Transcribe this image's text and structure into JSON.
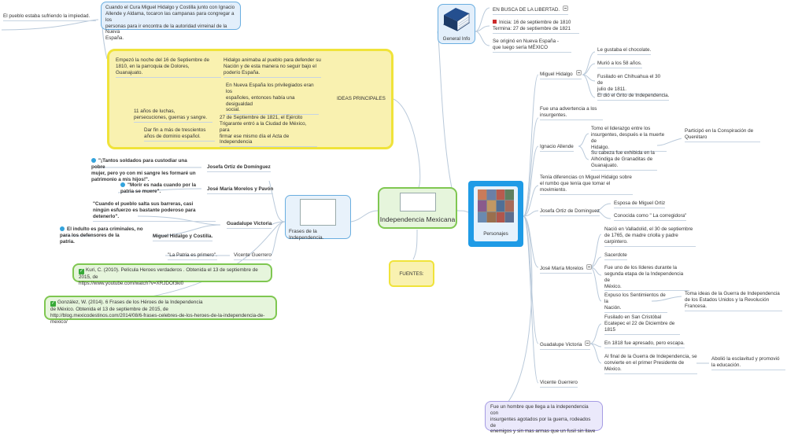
{
  "central": {
    "title": "Independencia Mexicana"
  },
  "general_info": {
    "label": "General Info",
    "items": [
      "EN BUSCA DE LA LIBERTAD.",
      "Inicia: 16 de septiembre de 1810\nTermina: 27 de septiembre de 1821",
      "Se originó en Nueva España -\nque luego sería MÉXICO"
    ]
  },
  "ideas": {
    "label": "IDEAS PRINCIPALES",
    "items": [
      "Empezó la noche del 16 de Septiembre de\n1810, en la parroquia de Dolores,\nGuanajuato.",
      "Hidalgo animaba al pueblo para defender su\nNación y de esta manera no seguir bajo el\npoderío España.",
      "En Nueva España los privilegiados eran los\nespañoles, entonces había una desigualdad\nsocial.",
      "11 años de luchas,\npersecuciones, guerras y sangre.",
      "Dar fin a más de trescientos\naños de dominio español.",
      "27 de Septiembre de 1821, el Ejército\nTrigarante entró a la Ciudad de México, para\nfirmar ese mismo día el Acta de Independencia"
    ]
  },
  "top_note": "Cuando el Cura Miguel Hidalgo y Costilla junto con Ignacio\nAllende y Aldama, tocaron las campanas para congregar a los\npersonas para ir encontra de la autoridad virreinal de la Nueva\nEspaña.",
  "top_left_note": "El pueblo estaba sufriendo la impiedad.",
  "phrases": {
    "label": "Frases de la Independencia.",
    "items": [
      {
        "author": "Josefa Ortiz de Domínguez",
        "quote": "\"¡Tantos soldados para custodiar una pobre\nmujer, pero yo con mi sangre les formaré un\npatrimonio a mis hijos!\"."
      },
      {
        "author": "José María Morelos  y Pavón",
        "quote": "\"Morir es nada cuando por la\npatria se muere\"."
      },
      {
        "author": "Guadalupe Victoria",
        "quote": "\"Cuando el pueblo  salta sus barreras, casi\nningún esfuerzo es bastante poderoso para\ndetenerlo\"."
      },
      {
        "author": "Miguel Hidalgo  y Costilla.",
        "quote": "El indulto es para criminales, no\npara los defensores de la\npatria."
      },
      {
        "author": "Vicente Guerrero",
        "quote": "\"La Patria es primero\"."
      }
    ],
    "source": "Kuri, C. (2010). Película Heroes verdaderos . Obtenida el 13 de septiembre de 2015, de\nhttps://www.youtube.com/watch?v=XRJDOf3ki0"
  },
  "source_two": "González, W. (2014). 6 Frases de los Héroes de la Independencia\nde México. Obtenida el 13 de septiembre de 2015, de\nhttp://blog.mexicodestinos.com/2014/08/6-frases-celebres-de-los-heroes-de-la-independencia-de-mexico/",
  "fuentes": {
    "label": "FUENTES:"
  },
  "personajes": {
    "label": "Personajes",
    "hidalgo": {
      "name": "Miguel Hidalgo",
      "facts": [
        "Le gustaba el chocolate.",
        "Murió a los 58 años.",
        "Fusilado en Chihuahua el 30 de\njulio de 1811.",
        "El dió el Grito de Independencia."
      ]
    },
    "advertencia": "Fue una advertencia a los\ninsurgentes.",
    "allende": {
      "name": "Ignacio Allende",
      "facts": [
        "Tomo el liderazgo entre los\ninsurgentes, después e la muerte de\nHidalgo.",
        "Su cabeza fue exhibida en la\nAlhóndiga de Granaditas de\nGuanajuato."
      ],
      "sub": "Participó en la Conspiración de\nQuerétaro"
    },
    "tenia": "Tenía diferencias cn Miguel Hidalgo sobre\nel rumbo que tenía que tomar el\nmovimiento.",
    "josefa": {
      "name": "Josefa Ortiz de Dominguez",
      "facts": [
        "Esposa de Miguel Ortiz",
        "Conocida como \" La corregidora\""
      ]
    },
    "morelos": {
      "name": "José María Morelos",
      "facts": [
        "Nació en Valladolid, el 30 de septiembre\nde 1765, de madre criolla y padre\ncarpintero.",
        "Sacerdote",
        "Fue uno de los líderes durante la\nsegunda etapa de la Independencia de\nMéxico.",
        "Expuso los Sentimientos de la\nNación."
      ],
      "sub": "Toma ideas de la Guerra de Independencia\nde los Estados Unidos y la Revolución\nFrancesa."
    },
    "victoria": {
      "name": "Guadalupe Victoria",
      "facts": [
        "Fusilado en San Cristóbal\nEcatepec el 22 de Diciembre de\n1815",
        "En 1818 fue apresado, pero escapa.",
        "Al final de la Guerra de Independencia, se\nconvierte en el primer Presidente de\nMéxico."
      ],
      "sub": "Abolió la esclavitud y promovió\nla educación."
    },
    "guerrero": {
      "name": "Vicente Guerrero"
    }
  },
  "bottom_note": "Fue un hombre que llega a la independencia con\ninsurgentes agotados por la guerra, rodeados de\nenemigos y sin mas armas que un fusil sin llave y dos\nescopetas."
}
